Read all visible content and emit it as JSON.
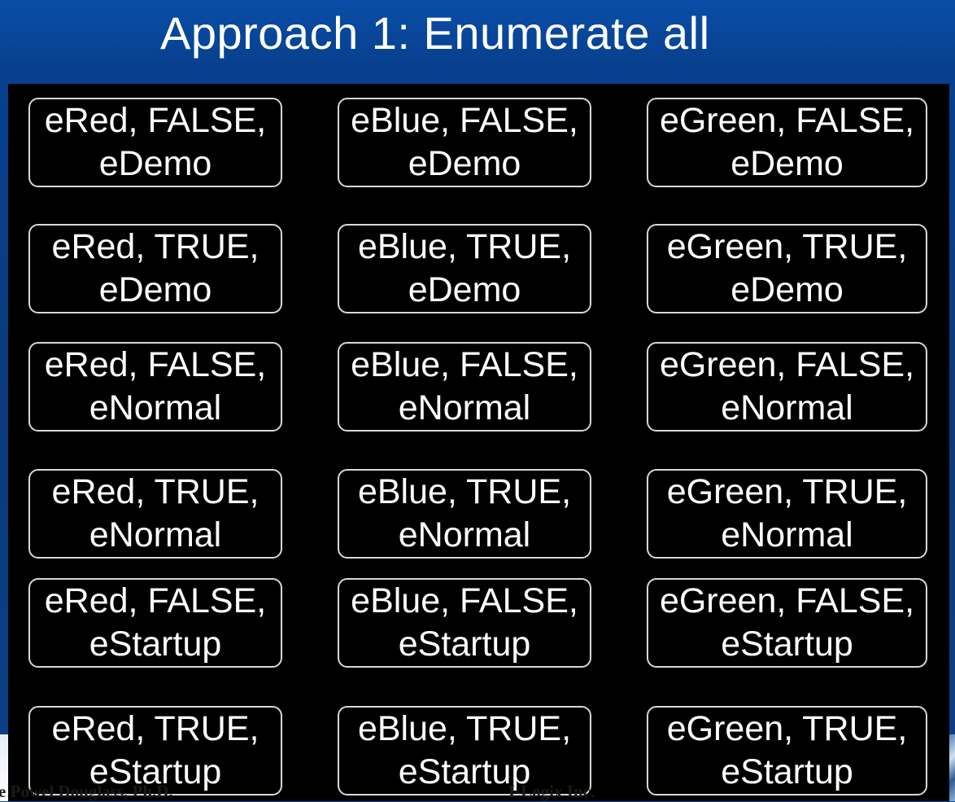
{
  "slide": {
    "title": "Approach 1: Enumerate all",
    "footer_left": "e Powel Douglass, Ph.D.",
    "footer_right": "I-Logix Inc."
  },
  "combinations": [
    [
      [
        "eRed, FALSE,",
        "eDemo"
      ],
      [
        "eBlue, FALSE,",
        "eDemo"
      ],
      [
        "eGreen, FALSE,",
        "eDemo"
      ]
    ],
    [
      [
        "eRed, TRUE,",
        "eDemo"
      ],
      [
        "eBlue, TRUE,",
        "eDemo"
      ],
      [
        "eGreen, TRUE,",
        "eDemo"
      ]
    ],
    [
      [
        "eRed, FALSE,",
        "eNormal"
      ],
      [
        "eBlue, FALSE,",
        "eNormal"
      ],
      [
        "eGreen, FALSE,",
        "eNormal"
      ]
    ],
    [
      [
        "eRed, TRUE,",
        "eNormal"
      ],
      [
        "eBlue, TRUE,",
        "eNormal"
      ],
      [
        "eGreen, TRUE,",
        "eNormal"
      ]
    ],
    [
      [
        "eRed, FALSE,",
        "eStartup"
      ],
      [
        "eBlue, FALSE,",
        "eStartup"
      ],
      [
        "eGreen, FALSE,",
        "eStartup"
      ]
    ],
    [
      [
        "eRed, TRUE,",
        "eStartup"
      ],
      [
        "eBlue, TRUE,",
        "eStartup"
      ],
      [
        "eGreen, TRUE,",
        "eStartup"
      ]
    ]
  ]
}
